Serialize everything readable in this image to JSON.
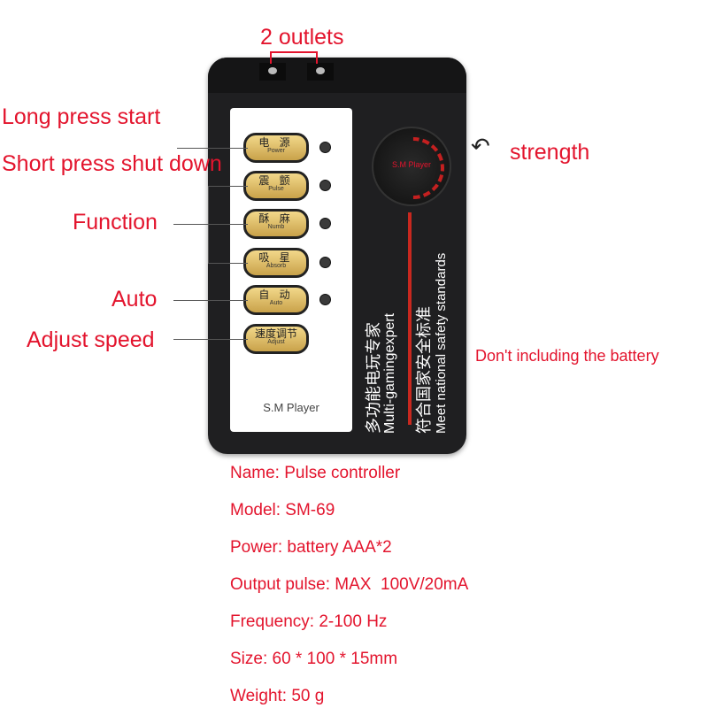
{
  "callouts": {
    "outlets": "2 outlets",
    "long_press": "Long press start",
    "short_press": "Short press shut down",
    "function": "Function",
    "auto": "Auto",
    "adjust": "Adjust speed",
    "strength": "strength",
    "battery": "Don't including the battery"
  },
  "device": {
    "buttons": [
      {
        "cn": "电 源",
        "en": "Power"
      },
      {
        "cn": "震 颤",
        "en": "Pulse"
      },
      {
        "cn": "酥 麻",
        "en": "Numb"
      },
      {
        "cn": "吸 星",
        "en": "Absorb"
      },
      {
        "cn": "自 动",
        "en": "Auto"
      },
      {
        "cn": "速度调节",
        "en": "Adjust"
      }
    ],
    "brand": "S.M Player",
    "knob_label": "S.M Player",
    "text_cn1": "多功能电玩专家",
    "text_en1": "Multi-gamingexpert",
    "text_cn2": "符合国家安全标准",
    "text_en2": "Meet national safety standards",
    "accent": "#e3142d"
  },
  "specs": [
    "Name: Pulse controller",
    "Model: SM-69",
    "Power: battery AAA*2",
    "Output pulse: MAX  100V/20mA",
    "Frequency: 2-100 Hz",
    "Size: 60 * 100 * 15mm",
    "Weight: 50 g"
  ]
}
